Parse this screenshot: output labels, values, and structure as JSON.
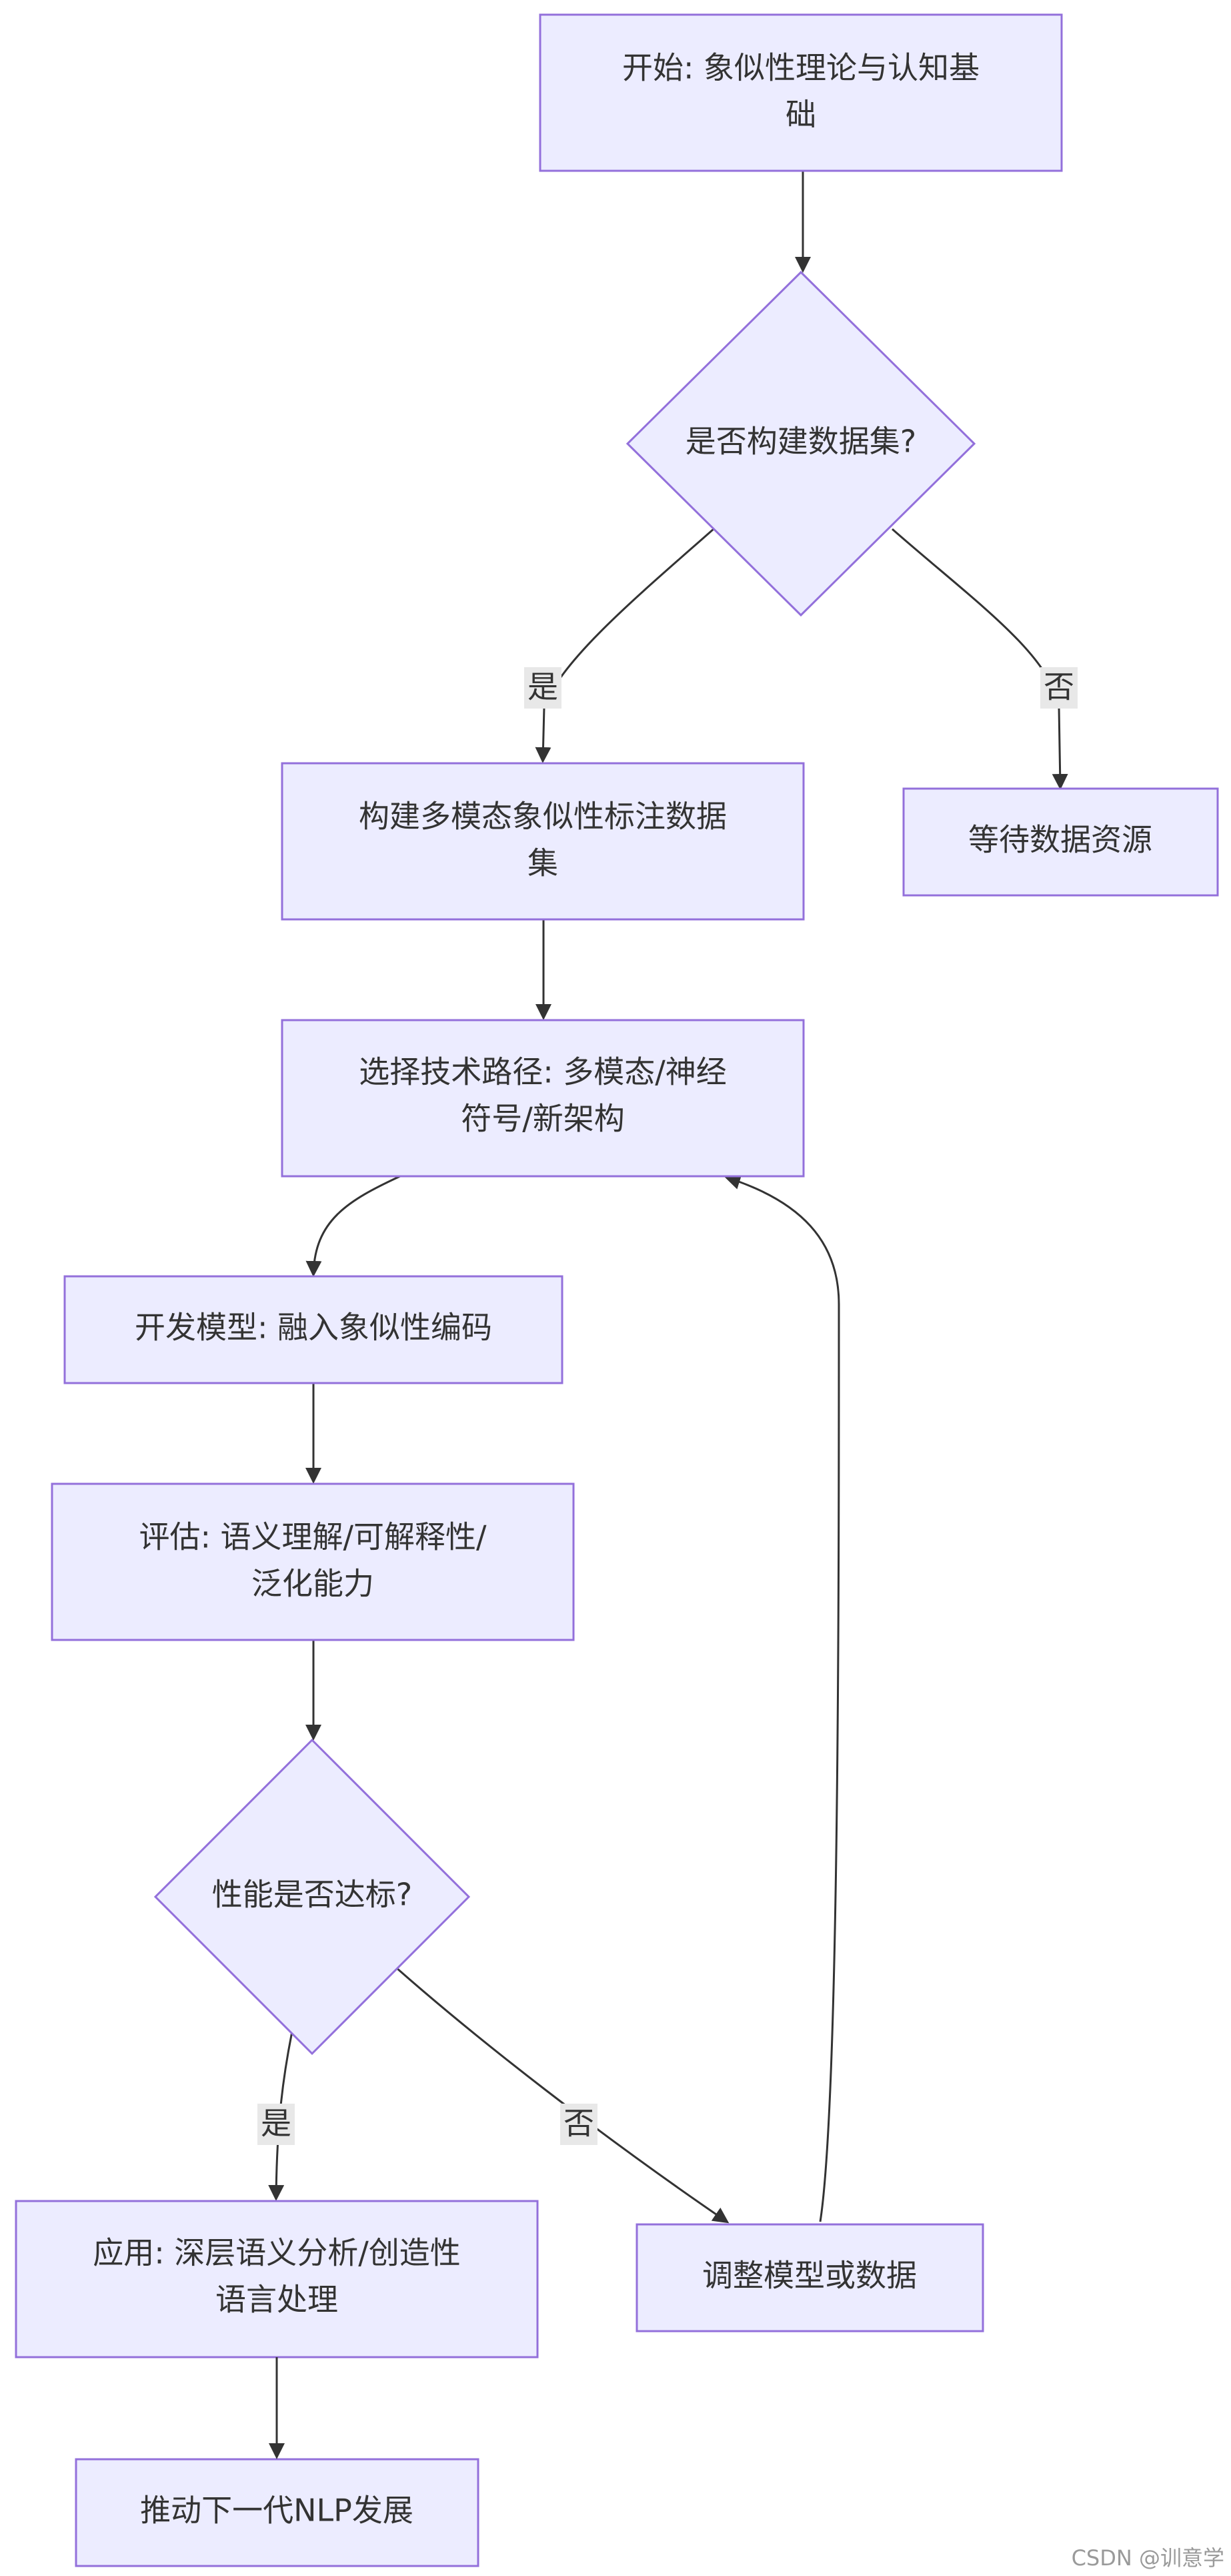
{
  "colors": {
    "node_fill": "#ececff",
    "node_stroke": "#9370db",
    "edge": "#333333",
    "edge_label_bg": "#e8e8e8",
    "text": "#333333"
  },
  "nodes": {
    "start": {
      "line1": "开始: 象似性理论与认知基",
      "line2": "础"
    },
    "decision_dataset": {
      "text": "是否构建数据集?"
    },
    "build_dataset": {
      "line1": "构建多模态象似性标注数据",
      "line2": "集"
    },
    "wait_data": {
      "text": "等待数据资源"
    },
    "choose_path": {
      "line1": "选择技术路径: 多模态/神经",
      "line2": "符号/新架构"
    },
    "develop_model": {
      "text": "开发模型: 融入象似性编码"
    },
    "evaluate": {
      "line1": "评估: 语义理解/可解释性/",
      "line2": "泛化能力"
    },
    "decision_perf": {
      "text": "性能是否达标?"
    },
    "apply": {
      "line1": "应用: 深层语义分析/创造性",
      "line2": "语言处理"
    },
    "adjust": {
      "text": "调整模型或数据"
    },
    "advance": {
      "text": "推动下一代NLP发展"
    }
  },
  "edge_labels": {
    "dataset_yes": "是",
    "dataset_no": "否",
    "perf_yes": "是",
    "perf_no": "否"
  },
  "watermark": "CSDN @训意学"
}
